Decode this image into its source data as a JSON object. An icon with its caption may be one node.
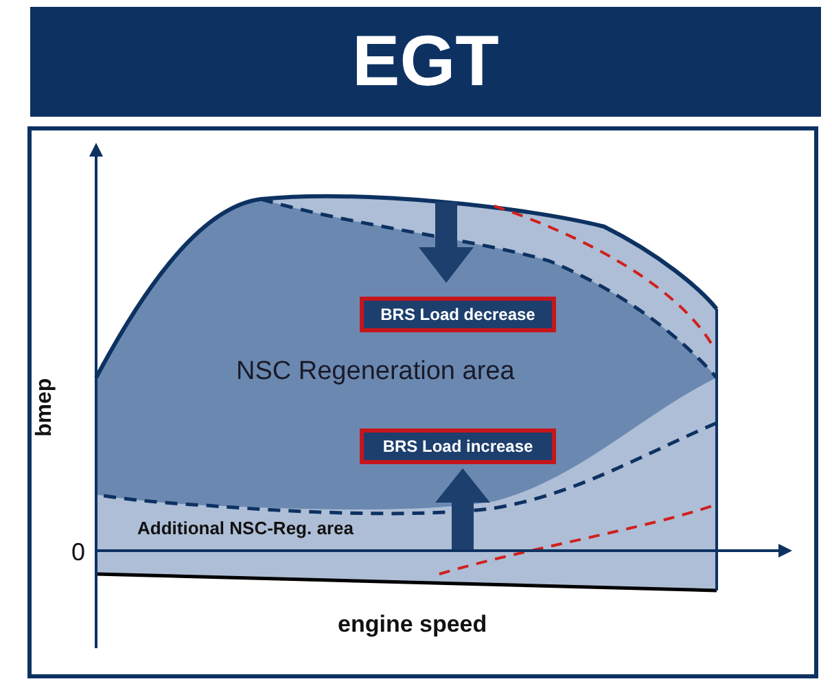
{
  "diagram": {
    "title": "EGT",
    "nodes": [
      {
        "text": [
          "BRS Load decrease"
        ]
      },
      {
        "text": [
          "BRS Load increase"
        ]
      }
    ],
    "labels": [
      "NSC Regeneration area",
      "bmep",
      "0",
      "Additional NSC-Reg. area",
      "engine speed"
    ]
  }
}
